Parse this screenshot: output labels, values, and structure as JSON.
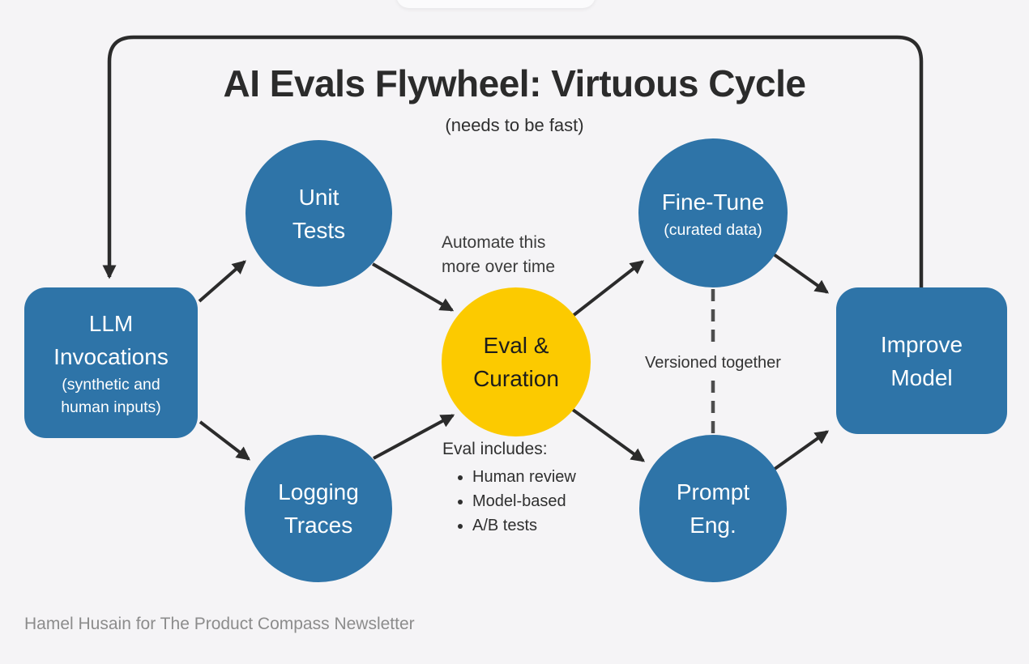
{
  "title": {
    "text": "AI Evals Flywheel: Virtuous Cycle",
    "subtitle": "(needs to be fast)"
  },
  "colors": {
    "background": "#f5f4f6",
    "node_blue": "#2e74a8",
    "node_yellow": "#fcca00",
    "arrow": "#2b2b2b",
    "dashed_line": "#4d4d4d"
  },
  "nodes": {
    "llm_invocations": {
      "line1": "LLM",
      "line2": "Invocations",
      "small1": "(synthetic and",
      "small2": "human inputs)"
    },
    "unit_tests": {
      "line1": "Unit",
      "line2": "Tests"
    },
    "logging_traces": {
      "line1": "Logging",
      "line2": "Traces"
    },
    "eval_curation": {
      "line1": "Eval &",
      "line2": "Curation"
    },
    "fine_tune": {
      "line1": "Fine-Tune",
      "small1": "(curated data)"
    },
    "prompt_eng": {
      "line1": "Prompt",
      "line2": "Eng."
    },
    "improve_model": {
      "line1": "Improve",
      "line2": "Model"
    }
  },
  "annotations": {
    "automate": {
      "line1": "Automate this",
      "line2": "more over time"
    },
    "versioned": "Versioned together",
    "eval_includes": {
      "heading": "Eval includes:",
      "items": [
        "Human review",
        "Model-based",
        "A/B tests"
      ]
    }
  },
  "footer": {
    "credit": "Hamel Husain for The Product Compass Newsletter"
  }
}
